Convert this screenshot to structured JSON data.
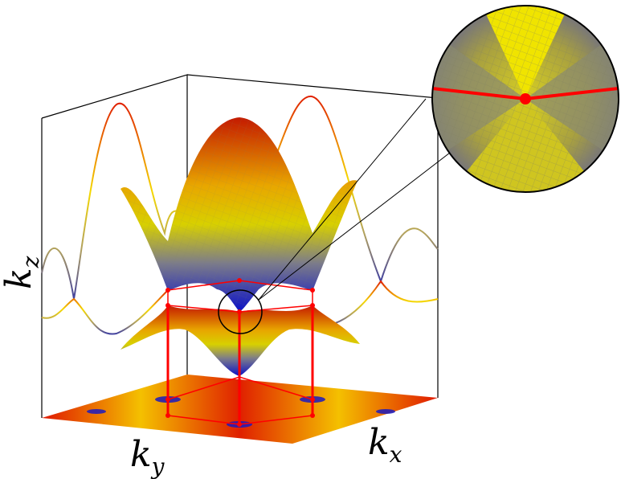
{
  "axes": {
    "x": {
      "base": "k",
      "sub": "x"
    },
    "y": {
      "base": "k",
      "sub": "y"
    },
    "z": {
      "base": "k",
      "sub": "z"
    }
  },
  "colors": {
    "frame": "#000000",
    "lattice": "#ff0000",
    "band_high": "#cc0000",
    "band_mid": "#f2e200",
    "band_low": "#0a10c8",
    "dirac_point": "#ff0000"
  },
  "figure": {
    "description_type": "graphene band structure with Dirac cone magnification",
    "dirac_points_visible": 6,
    "magnified_region": "Dirac cone"
  }
}
